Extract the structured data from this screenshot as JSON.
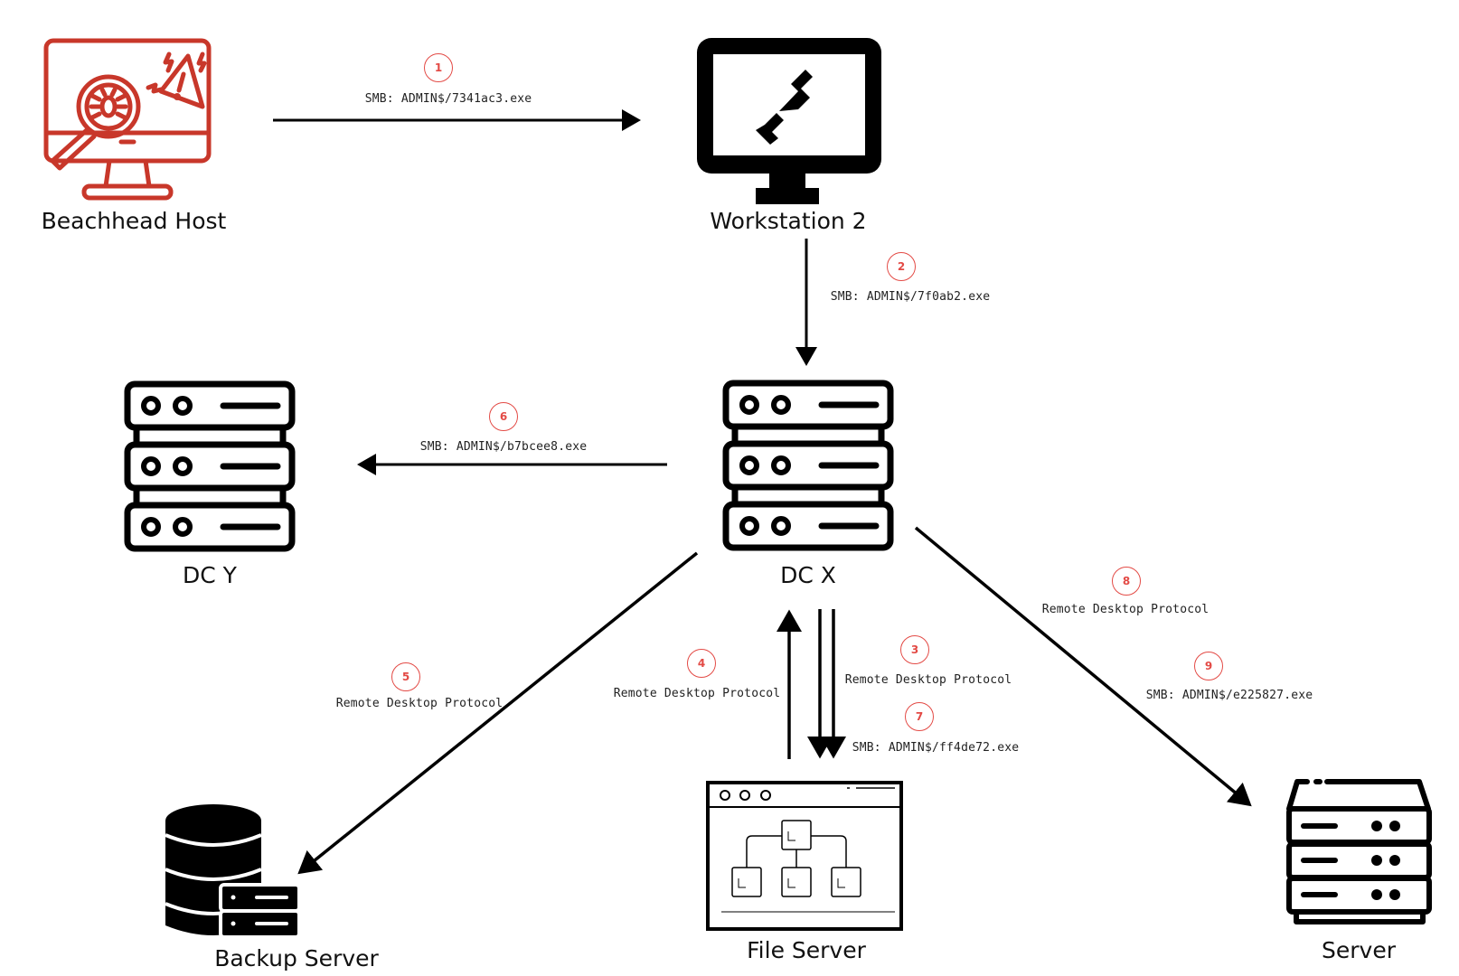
{
  "diagram": {
    "title": "",
    "nodes": [
      {
        "id": "beachhead",
        "label": "Beachhead Host",
        "icon": "compromised-monitor-icon",
        "color": "#c8372a"
      },
      {
        "id": "workstation2",
        "label": "Workstation 2",
        "icon": "remote-desktop-monitor-icon"
      },
      {
        "id": "dcx",
        "label": "DC X",
        "icon": "server-rack-icon"
      },
      {
        "id": "dcy",
        "label": "DC Y",
        "icon": "server-rack-icon"
      },
      {
        "id": "backup",
        "label": "Backup Server",
        "icon": "database-server-icon"
      },
      {
        "id": "fileserver",
        "label": "File Server",
        "icon": "file-hierarchy-window-icon"
      },
      {
        "id": "server",
        "label": "Server",
        "icon": "server-stack-icon"
      }
    ],
    "edges": [
      {
        "step": "1",
        "from": "beachhead",
        "to": "workstation2",
        "label": "SMB: ADMIN$/7341ac3.exe"
      },
      {
        "step": "2",
        "from": "workstation2",
        "to": "dcx",
        "label": "SMB: ADMIN$/7f0ab2.exe"
      },
      {
        "step": "3",
        "from": "dcx",
        "to": "fileserver",
        "label": "Remote Desktop Protocol"
      },
      {
        "step": "4",
        "from": "fileserver",
        "to": "dcx",
        "label": "Remote Desktop Protocol"
      },
      {
        "step": "5",
        "from": "dcx",
        "to": "backup",
        "label": "Remote Desktop Protocol"
      },
      {
        "step": "6",
        "from": "dcx",
        "to": "dcy",
        "label": "SMB: ADMIN$/b7bcee8.exe"
      },
      {
        "step": "7",
        "from": "dcx",
        "to": "fileserver",
        "label": "SMB: ADMIN$/ff4de72.exe"
      },
      {
        "step": "8",
        "from": "dcx",
        "to": "server",
        "label": "Remote Desktop Protocol"
      },
      {
        "step": "9",
        "from": "dcx",
        "to": "server",
        "label": "SMB: ADMIN$/e225827.exe"
      }
    ],
    "colors": {
      "accent_red": "#e34a45",
      "icon_red": "#c8372a",
      "line": "#000000"
    }
  }
}
